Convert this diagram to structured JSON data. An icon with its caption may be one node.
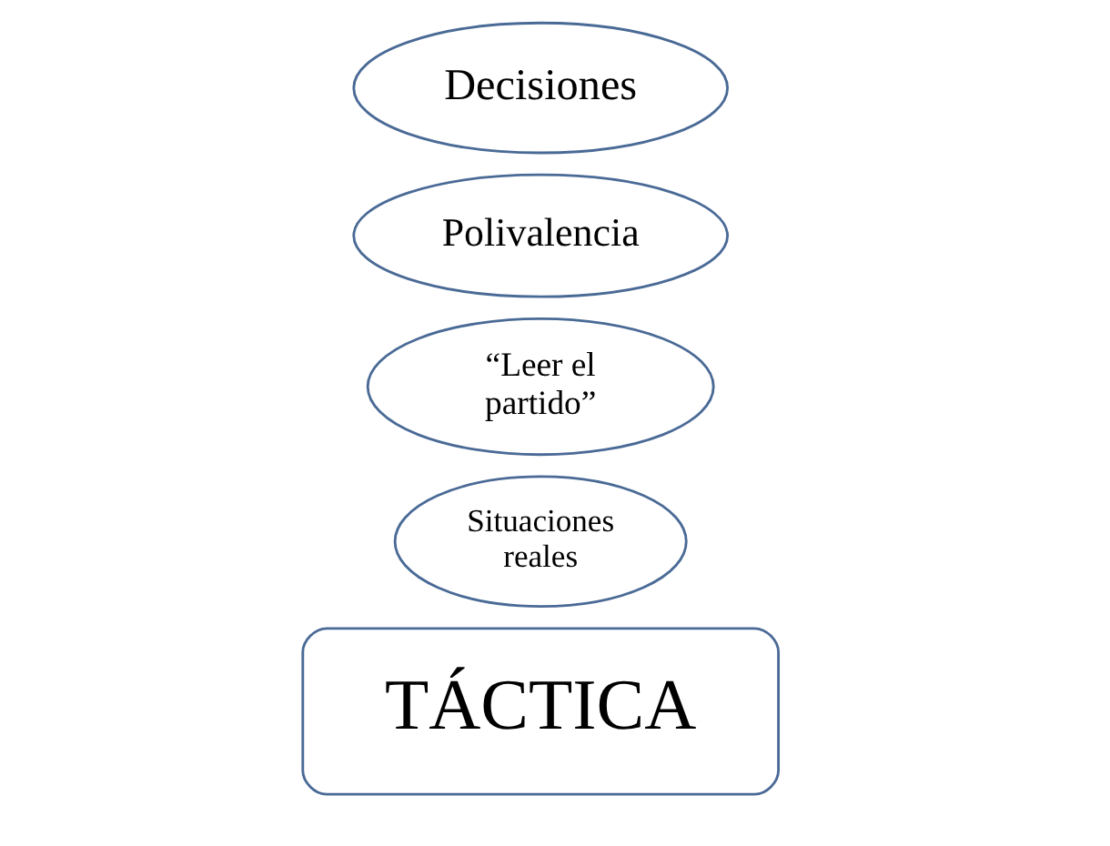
{
  "diagram": {
    "nodes": [
      {
        "text": [
          "Decisiones"
        ]
      },
      {
        "text": [
          "Polivalencia"
        ]
      },
      {
        "text": [
          "“Leer el partido”"
        ]
      },
      {
        "text": [
          "Situaciones reales"
        ]
      },
      {
        "text": [
          "TÁCTICA"
        ]
      }
    ]
  }
}
